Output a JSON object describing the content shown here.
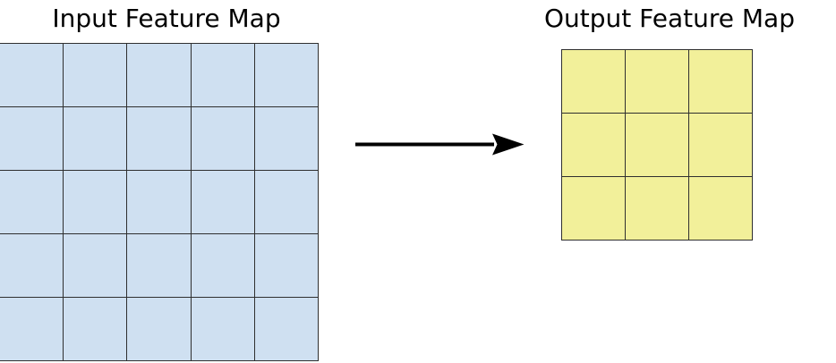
{
  "diagram": {
    "title_input": "Input Feature Map",
    "title_output": "Output Feature Map",
    "arrow_icon": "right-arrow-icon",
    "colors": {
      "input_cell_fill": "#cfe0f1",
      "output_cell_fill": "#f2f09a",
      "cell_border": "#2f2f2f",
      "arrow": "#000000",
      "background": "#ffffff",
      "text": "#000000"
    }
  },
  "chart_data": {
    "type": "diagram",
    "title": "Input Feature Map to Output Feature Map",
    "panels": [
      {
        "name": "input-feature-map",
        "label": "Input Feature Map",
        "rows": 5,
        "cols": 5,
        "cell_count": 25,
        "fill": "#cfe0f1",
        "cell_size_px": 71
      },
      {
        "name": "output-feature-map",
        "label": "Output Feature Map",
        "rows": 3,
        "cols": 3,
        "cell_count": 9,
        "fill": "#f2f09a",
        "cell_size_px": 71
      }
    ],
    "connector": {
      "type": "arrow",
      "direction": "left-to-right",
      "from": "input-feature-map",
      "to": "output-feature-map",
      "label": ""
    }
  },
  "grids": {
    "input": {
      "rows": [
        [
          "",
          "",
          "",
          "",
          ""
        ],
        [
          "",
          "",
          "",
          "",
          ""
        ],
        [
          "",
          "",
          "",
          "",
          ""
        ],
        [
          "",
          "",
          "",
          "",
          ""
        ],
        [
          "",
          "",
          "",
          "",
          ""
        ]
      ]
    },
    "output": {
      "rows": [
        [
          "",
          "",
          ""
        ],
        [
          "",
          "",
          ""
        ],
        [
          "",
          "",
          ""
        ]
      ]
    }
  }
}
